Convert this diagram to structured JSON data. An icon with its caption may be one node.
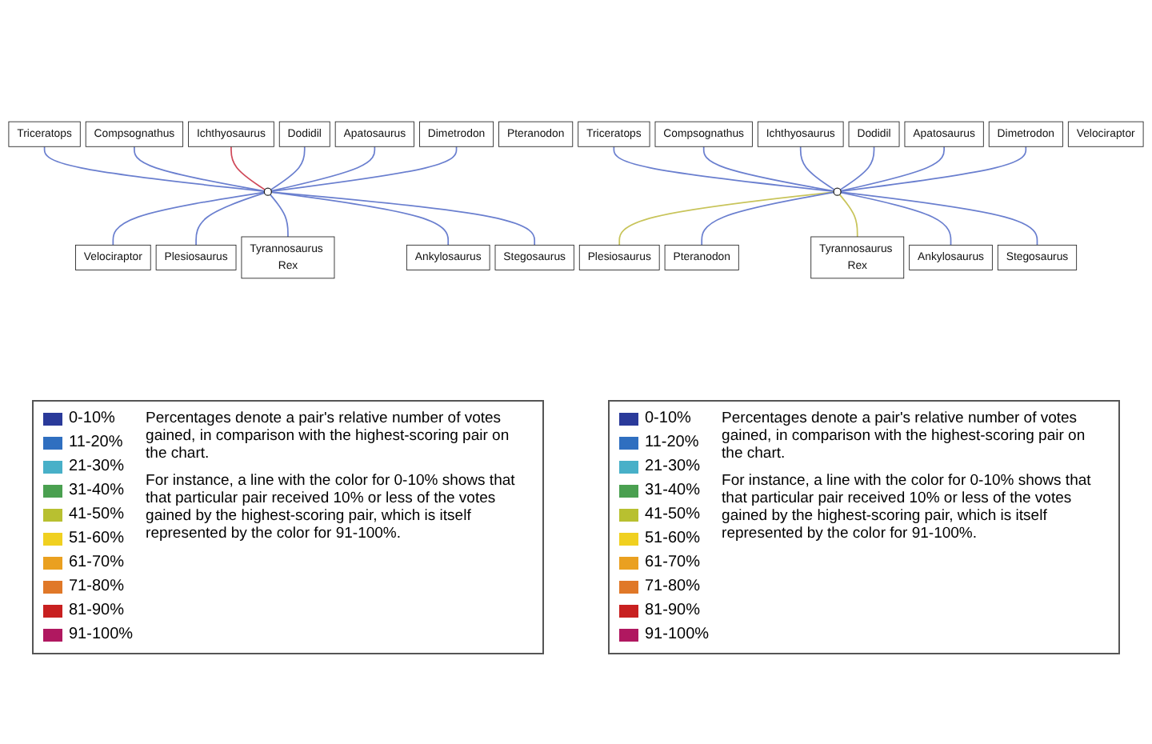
{
  "diagram": {
    "nodes": [
      {
        "text": [],
        "shape": "circle"
      },
      {
        "text": [
          "Triceratops"
        ]
      },
      {
        "text": [
          "Compsognathus"
        ]
      },
      {
        "text": [
          "Ichthyosaurus"
        ]
      },
      {
        "text": [
          "Dodidil"
        ]
      },
      {
        "text": [
          "Apatosaurus"
        ]
      },
      {
        "text": [
          "Dimetrodon"
        ]
      },
      {
        "text": [
          "Velociraptor"
        ]
      },
      {
        "text": [
          "Plesiosaurus"
        ]
      },
      {
        "text": [
          "Pteranodon"
        ]
      },
      {
        "text": [
          "Tyrannosaurus Rex"
        ]
      },
      {
        "text": [
          "Ankylosaurus"
        ]
      },
      {
        "text": [
          "Stegosaurus"
        ]
      },
      {
        "text": [],
        "shape": "circle"
      },
      {
        "text": [
          "Triceratops"
        ]
      },
      {
        "text": [
          "Compsognathus"
        ]
      },
      {
        "text": [
          "Ichthyosaurus"
        ]
      },
      {
        "text": [
          "Dodidil"
        ]
      },
      {
        "text": [
          "Apatosaurus"
        ]
      },
      {
        "text": [
          "Dimetrodon"
        ]
      },
      {
        "text": [
          "Velociraptor"
        ]
      },
      {
        "text": [
          "Plesiosaurus"
        ]
      },
      {
        "text": [
          "Pteranodon"
        ]
      },
      {
        "text": [
          "Tyrannosaurus Rex"
        ]
      },
      {
        "text": [
          "Ankylosaurus"
        ]
      },
      {
        "text": [
          "Stegosaurus"
        ]
      }
    ],
    "edges": [
      {
        "from": 1,
        "to": 0,
        "arrow": "none"
      },
      {
        "from": 2,
        "to": 0,
        "arrow": "none"
      },
      {
        "from": 3,
        "to": 0,
        "arrow": "none",
        "color": "#d04a5a"
      },
      {
        "from": 4,
        "to": 0,
        "arrow": "none"
      },
      {
        "from": 5,
        "to": 0,
        "arrow": "none"
      },
      {
        "from": 6,
        "to": 0,
        "arrow": "none"
      },
      {
        "from": 0,
        "to": 7,
        "arrow": "none"
      },
      {
        "from": 0,
        "to": 8,
        "arrow": "none"
      },
      {
        "from": 0,
        "to": 10,
        "arrow": "none"
      },
      {
        "from": 0,
        "to": 11,
        "arrow": "none"
      },
      {
        "from": 0,
        "to": 12,
        "arrow": "none"
      },
      {
        "from": 14,
        "to": 13,
        "arrow": "none"
      },
      {
        "from": 15,
        "to": 13,
        "arrow": "none"
      },
      {
        "from": 16,
        "to": 13,
        "arrow": "none"
      },
      {
        "from": 17,
        "to": 13,
        "arrow": "none"
      },
      {
        "from": 18,
        "to": 13,
        "arrow": "none"
      },
      {
        "from": 19,
        "to": 13,
        "arrow": "none"
      },
      {
        "from": 13,
        "to": 21,
        "arrow": "none",
        "color": "#c8c45a"
      },
      {
        "from": 13,
        "to": 22,
        "arrow": "none"
      },
      {
        "from": 13,
        "to": 23,
        "arrow": "none",
        "color": "#c8c45a"
      },
      {
        "from": 13,
        "to": 24,
        "arrow": "none"
      },
      {
        "from": 13,
        "to": 25,
        "arrow": "none"
      }
    ],
    "labels": [
      "Percentages denote a pair's relative number of votes gained, in comparison with the highest-scoring pair on the chart.",
      "For instance, a line with the color for 0-10% shows that that particular pair received 10% or less of the votes gained by the highest-scoring pair, which is itself represented by the color for 91-100%.",
      "Percentages denote a pair's relative number of votes gained, in comparison with the highest-scoring pair on the chart.",
      "For instance, a line with the color for 0-10% shows that that particular pair received 10% or less of the votes gained by the highest-scoring pair, which is itself represented by the color for 91-100%."
    ],
    "legend": [
      {
        "text": "0-10%",
        "color": "#2a3a9a"
      },
      {
        "text": "11-20%",
        "color": "#2f6fc0"
      },
      {
        "text": "21-30%",
        "color": "#48b0c8"
      },
      {
        "text": "31-40%",
        "color": "#4aa050"
      },
      {
        "text": "41-50%",
        "color": "#b8c030"
      },
      {
        "text": "51-60%",
        "color": "#f0d020"
      },
      {
        "text": "61-70%",
        "color": "#eaa020"
      },
      {
        "text": "71-80%",
        "color": "#e07828"
      },
      {
        "text": "81-90%",
        "color": "#c82020"
      },
      {
        "text": "91-100%",
        "color": "#b01860"
      },
      {
        "text": "0-10%",
        "color": "#2a3a9a"
      },
      {
        "text": "11-20%",
        "color": "#2f6fc0"
      },
      {
        "text": "21-30%",
        "color": "#48b0c8"
      },
      {
        "text": "31-40%",
        "color": "#4aa050"
      },
      {
        "text": "41-50%",
        "color": "#b8c030"
      },
      {
        "text": "51-60%",
        "color": "#f0d020"
      },
      {
        "text": "61-70%",
        "color": "#eaa020"
      },
      {
        "text": "71-80%",
        "color": "#e07828"
      },
      {
        "text": "81-90%",
        "color": "#c82020"
      },
      {
        "text": "91-100%",
        "color": "#b01860"
      }
    ]
  }
}
